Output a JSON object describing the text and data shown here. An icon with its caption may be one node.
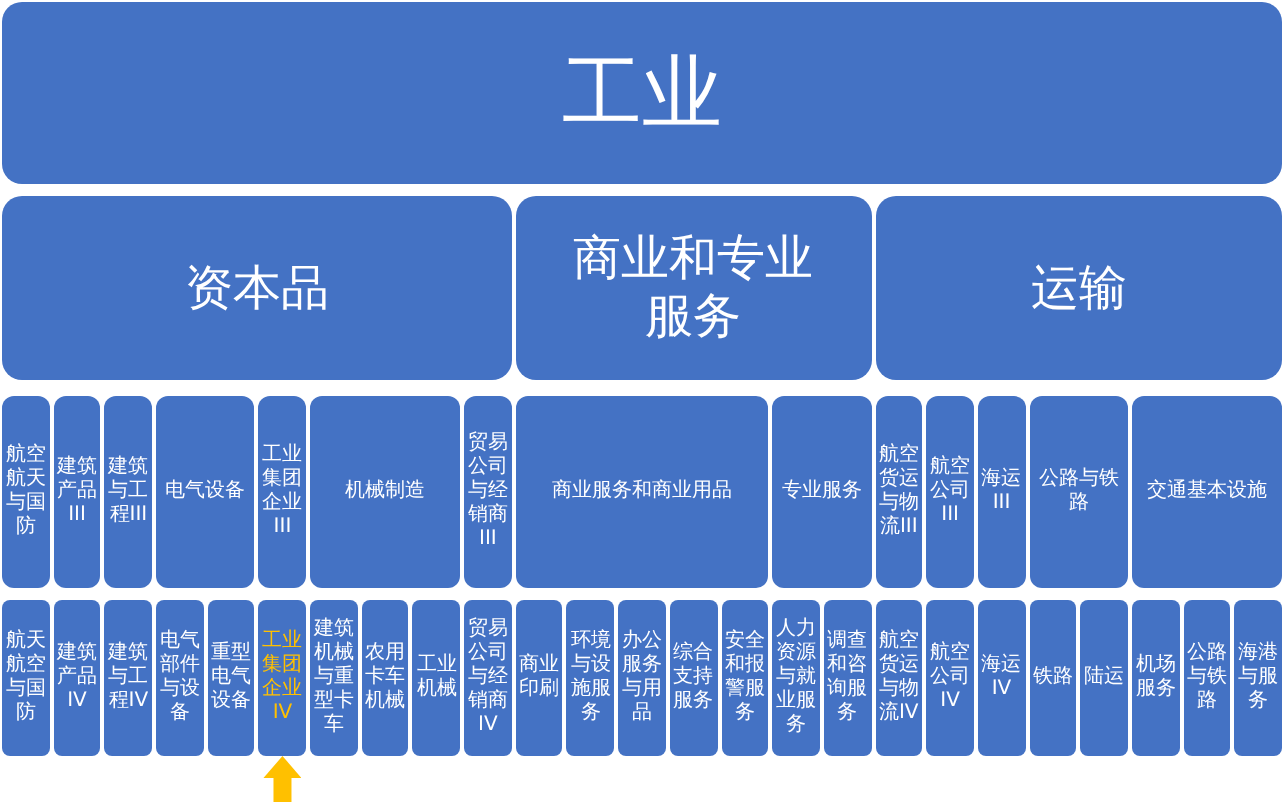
{
  "diagram": {
    "nodes": [
      {
        "text": [
          "工业"
        ]
      },
      {
        "text": [
          "资本品"
        ]
      },
      {
        "text": [
          "商业和专业服务"
        ]
      },
      {
        "text": [
          "运输"
        ]
      },
      {
        "text": [
          "航空航天与国防"
        ]
      },
      {
        "text": [
          "建筑产品III"
        ]
      },
      {
        "text": [
          "建筑与工程III"
        ]
      },
      {
        "text": [
          "电气设备"
        ]
      },
      {
        "text": [
          "工业集团企业III"
        ]
      },
      {
        "text": [
          "机械制造"
        ]
      },
      {
        "text": [
          "贸易公司与经销商III"
        ]
      },
      {
        "text": [
          "商业服务和商业用品"
        ]
      },
      {
        "text": [
          "专业服务"
        ]
      },
      {
        "text": [
          "航空货运与物流III"
        ]
      },
      {
        "text": [
          "航空公司III"
        ]
      },
      {
        "text": [
          "海运III"
        ]
      },
      {
        "text": [
          "公路与铁路"
        ]
      },
      {
        "text": [
          "交通基本设施"
        ]
      },
      {
        "text": [
          "航天航空与国防"
        ]
      },
      {
        "text": [
          "建筑产品IV"
        ]
      },
      {
        "text": [
          "建筑与工程IV"
        ]
      },
      {
        "text": [
          "电气部件与设备"
        ]
      },
      {
        "text": [
          "重型电气设备"
        ]
      },
      {
        "text": [
          "工业集团企业IV"
        ]
      },
      {
        "text": [
          "建筑机械与重型卡车"
        ]
      },
      {
        "text": [
          "农用卡车机械"
        ]
      },
      {
        "text": [
          "工业机械"
        ]
      },
      {
        "text": [
          "贸易公司与经销商IV"
        ]
      },
      {
        "text": [
          "商业印刷"
        ]
      },
      {
        "text": [
          "环境与设施服务"
        ]
      },
      {
        "text": [
          "办公服务与用品"
        ]
      },
      {
        "text": [
          "综合支持服务"
        ]
      },
      {
        "text": [
          "安全和报警服务"
        ]
      },
      {
        "text": [
          "人力资源与就业服务"
        ]
      },
      {
        "text": [
          "调查和咨询服务"
        ]
      },
      {
        "text": [
          "航空货运与物流IV"
        ]
      },
      {
        "text": [
          "航空公司IV"
        ]
      },
      {
        "text": [
          "海运IV"
        ]
      },
      {
        "text": [
          "铁路"
        ]
      },
      {
        "text": [
          "陆运"
        ]
      },
      {
        "text": [
          "机场服务"
        ]
      },
      {
        "text": [
          "公路与铁路"
        ]
      },
      {
        "text": [
          "海港与服务"
        ]
      }
    ],
    "edges": [
      {
        "from": null,
        "to": 23,
        "arrow": "to",
        "color": "#ffc000"
      }
    ]
  }
}
